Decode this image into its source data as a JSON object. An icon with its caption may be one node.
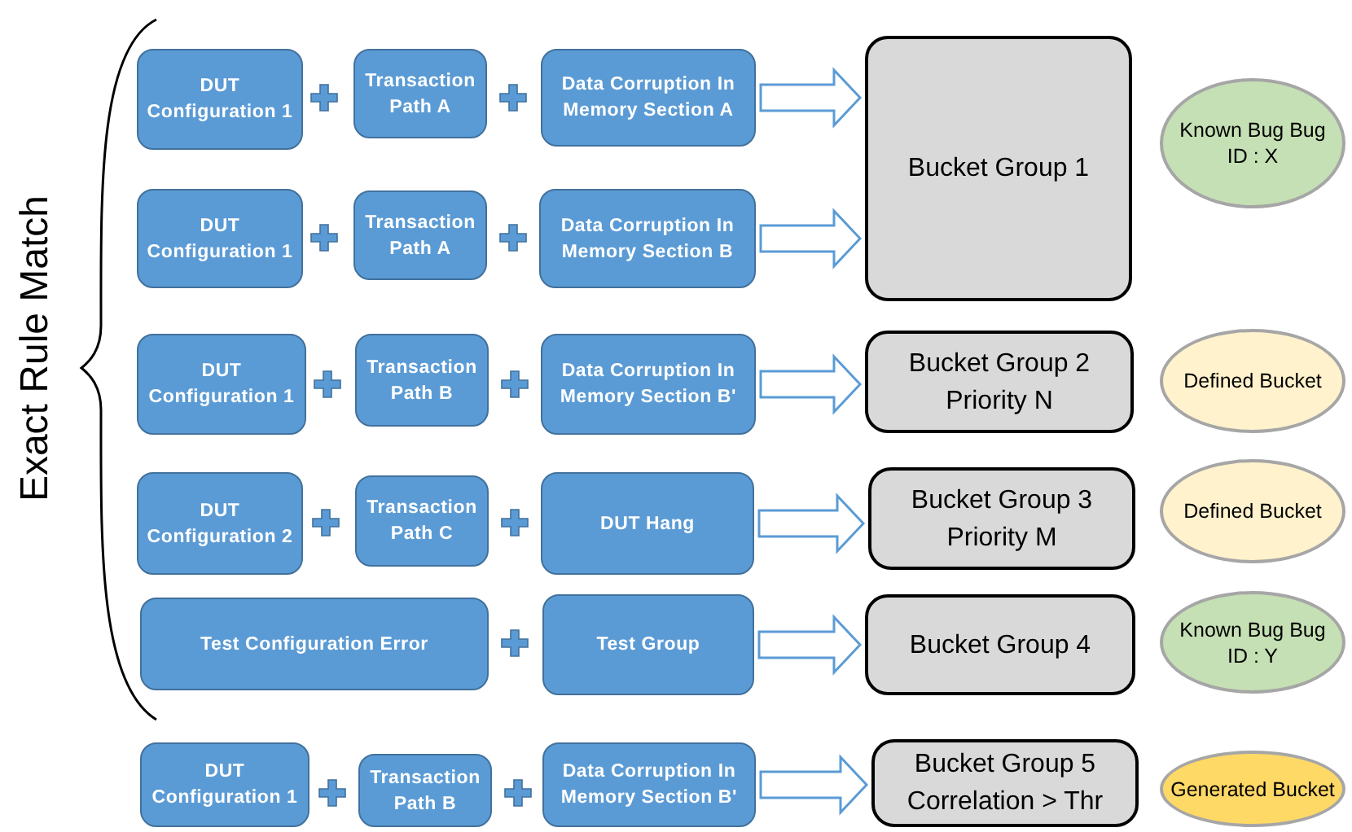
{
  "diagram": {
    "nodes": [
      {
        "text": [
          "DUT Configuration 1"
        ]
      },
      {
        "text": [
          "Transaction Path A"
        ]
      },
      {
        "text": [
          "Data Corruption In Memory Section A"
        ]
      },
      {
        "text": [
          "Bucket Group 1"
        ]
      },
      {
        "text": [
          "Known Bug Bug ID : X"
        ]
      },
      {
        "text": [
          "DUT Configuration 1"
        ]
      },
      {
        "text": [
          "Transaction Path A"
        ]
      },
      {
        "text": [
          "Data Corruption In Memory Section B"
        ]
      },
      {
        "text": [
          "DUT Configuration 1"
        ]
      },
      {
        "text": [
          "Transaction Path B"
        ]
      },
      {
        "text": [
          "Data Corruption In Memory Section B'"
        ]
      },
      {
        "text": [
          "Bucket Group 2 Priority N"
        ]
      },
      {
        "text": [
          "Defined Bucket"
        ]
      },
      {
        "text": [
          "DUT Configuration 2"
        ]
      },
      {
        "text": [
          "Transaction Path C"
        ]
      },
      {
        "text": [
          "DUT Hang"
        ]
      },
      {
        "text": [
          "Bucket Group 3 Priority M"
        ]
      },
      {
        "text": [
          "Defined Bucket"
        ]
      },
      {
        "text": [
          "Test Configuration Error"
        ]
      },
      {
        "text": [
          "Test Group"
        ]
      },
      {
        "text": [
          "Bucket Group 4"
        ]
      },
      {
        "text": [
          "Known Bug Bug ID : Y"
        ]
      },
      {
        "text": [
          "DUT Configuration 1"
        ]
      },
      {
        "text": [
          "Transaction Path B"
        ]
      },
      {
        "text": [
          "Data Corruption In Memory Section B'"
        ]
      },
      {
        "text": [
          "Bucket Group 5 Correlation > Thr"
        ]
      },
      {
        "text": [
          "Generated Bucket"
        ]
      }
    ],
    "edges": [
      {
        "from": 2,
        "to": 3,
        "arrow": "to"
      },
      {
        "from": 7,
        "to": 3,
        "arrow": "to"
      },
      {
        "from": 10,
        "to": 11,
        "arrow": "to"
      },
      {
        "from": 15,
        "to": 16,
        "arrow": "to"
      },
      {
        "from": 19,
        "to": 20,
        "arrow": "to"
      },
      {
        "from": 24,
        "to": 25,
        "arrow": "to"
      }
    ],
    "labels": [
      "Exact Rule Match"
    ]
  }
}
